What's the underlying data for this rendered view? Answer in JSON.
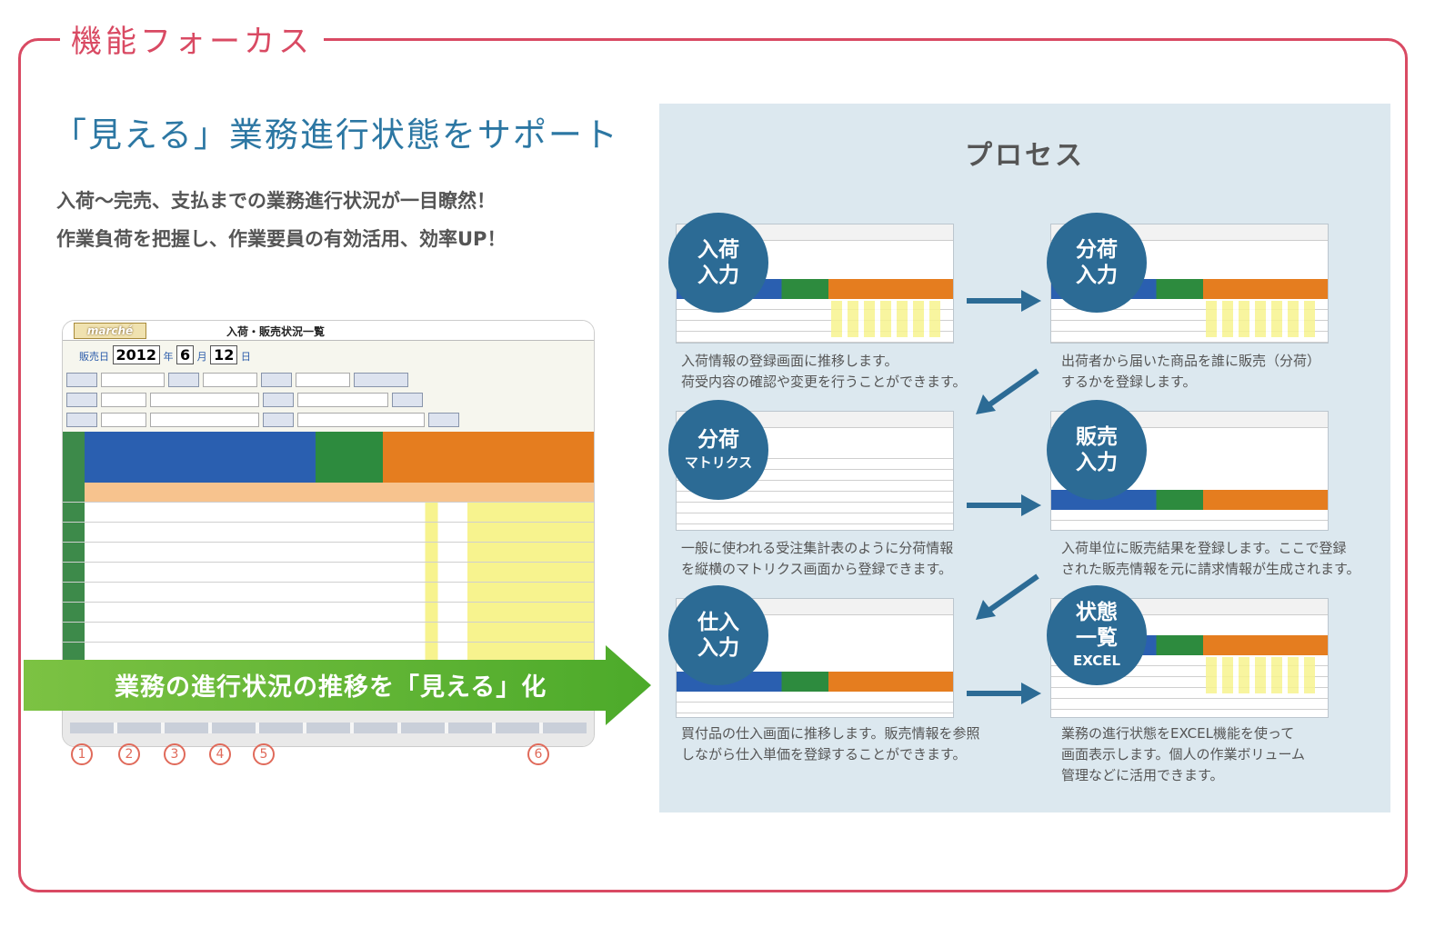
{
  "frame": {
    "title": "機能フォーカス",
    "accent": "#d94a63"
  },
  "intro": {
    "headline": "「見える」業務進行状態をサポート",
    "lead": [
      "入荷～完売、支払までの業務進行状況が一目瞭然！",
      "作業負荷を把握し、作業要員の有効活用、効率UP！"
    ]
  },
  "screenshot": {
    "logo": "marché",
    "title": "入荷・販売状況一覧",
    "date": {
      "label": "販売日",
      "year": "2012",
      "month": "6",
      "day": "12"
    },
    "banner": "業務の進行状況の推移を「見える」化",
    "markers": [
      "1",
      "2",
      "3",
      "4",
      "5",
      "6"
    ]
  },
  "process": {
    "title": "プロセス",
    "steps": [
      {
        "line1": "入荷",
        "line2": "入力",
        "desc": [
          "入荷情報の登録画面に推移します。",
          "荷受内容の確認や変更を行うことができます。"
        ]
      },
      {
        "line1": "分荷",
        "line2": "入力",
        "desc": [
          "出荷者から届いた商品を誰に販売（分荷）",
          "するかを登録します。"
        ]
      },
      {
        "line1": "分荷",
        "line2": "マトリクス",
        "desc": [
          "一般に使われる受注集計表のように分荷情報",
          "を縦横のマトリクス画面から登録できます。"
        ]
      },
      {
        "line1": "販売",
        "line2": "入力",
        "desc": [
          "入荷単位に販売結果を登録します。ここで登録",
          "された販売情報を元に請求情報が生成されます。"
        ]
      },
      {
        "line1": "仕入",
        "line2": "入力",
        "desc": [
          "買付品の仕入画面に推移します。販売情報を参照",
          "しながら仕入単価を登録することができます。"
        ]
      },
      {
        "line1": "状態",
        "line2": "一覧",
        "line3": "EXCEL",
        "desc": [
          "業務の進行状態をEXCEL機能を使って",
          "画面表示します。個人の作業ボリューム",
          "管理などに活用できます。"
        ]
      }
    ]
  }
}
